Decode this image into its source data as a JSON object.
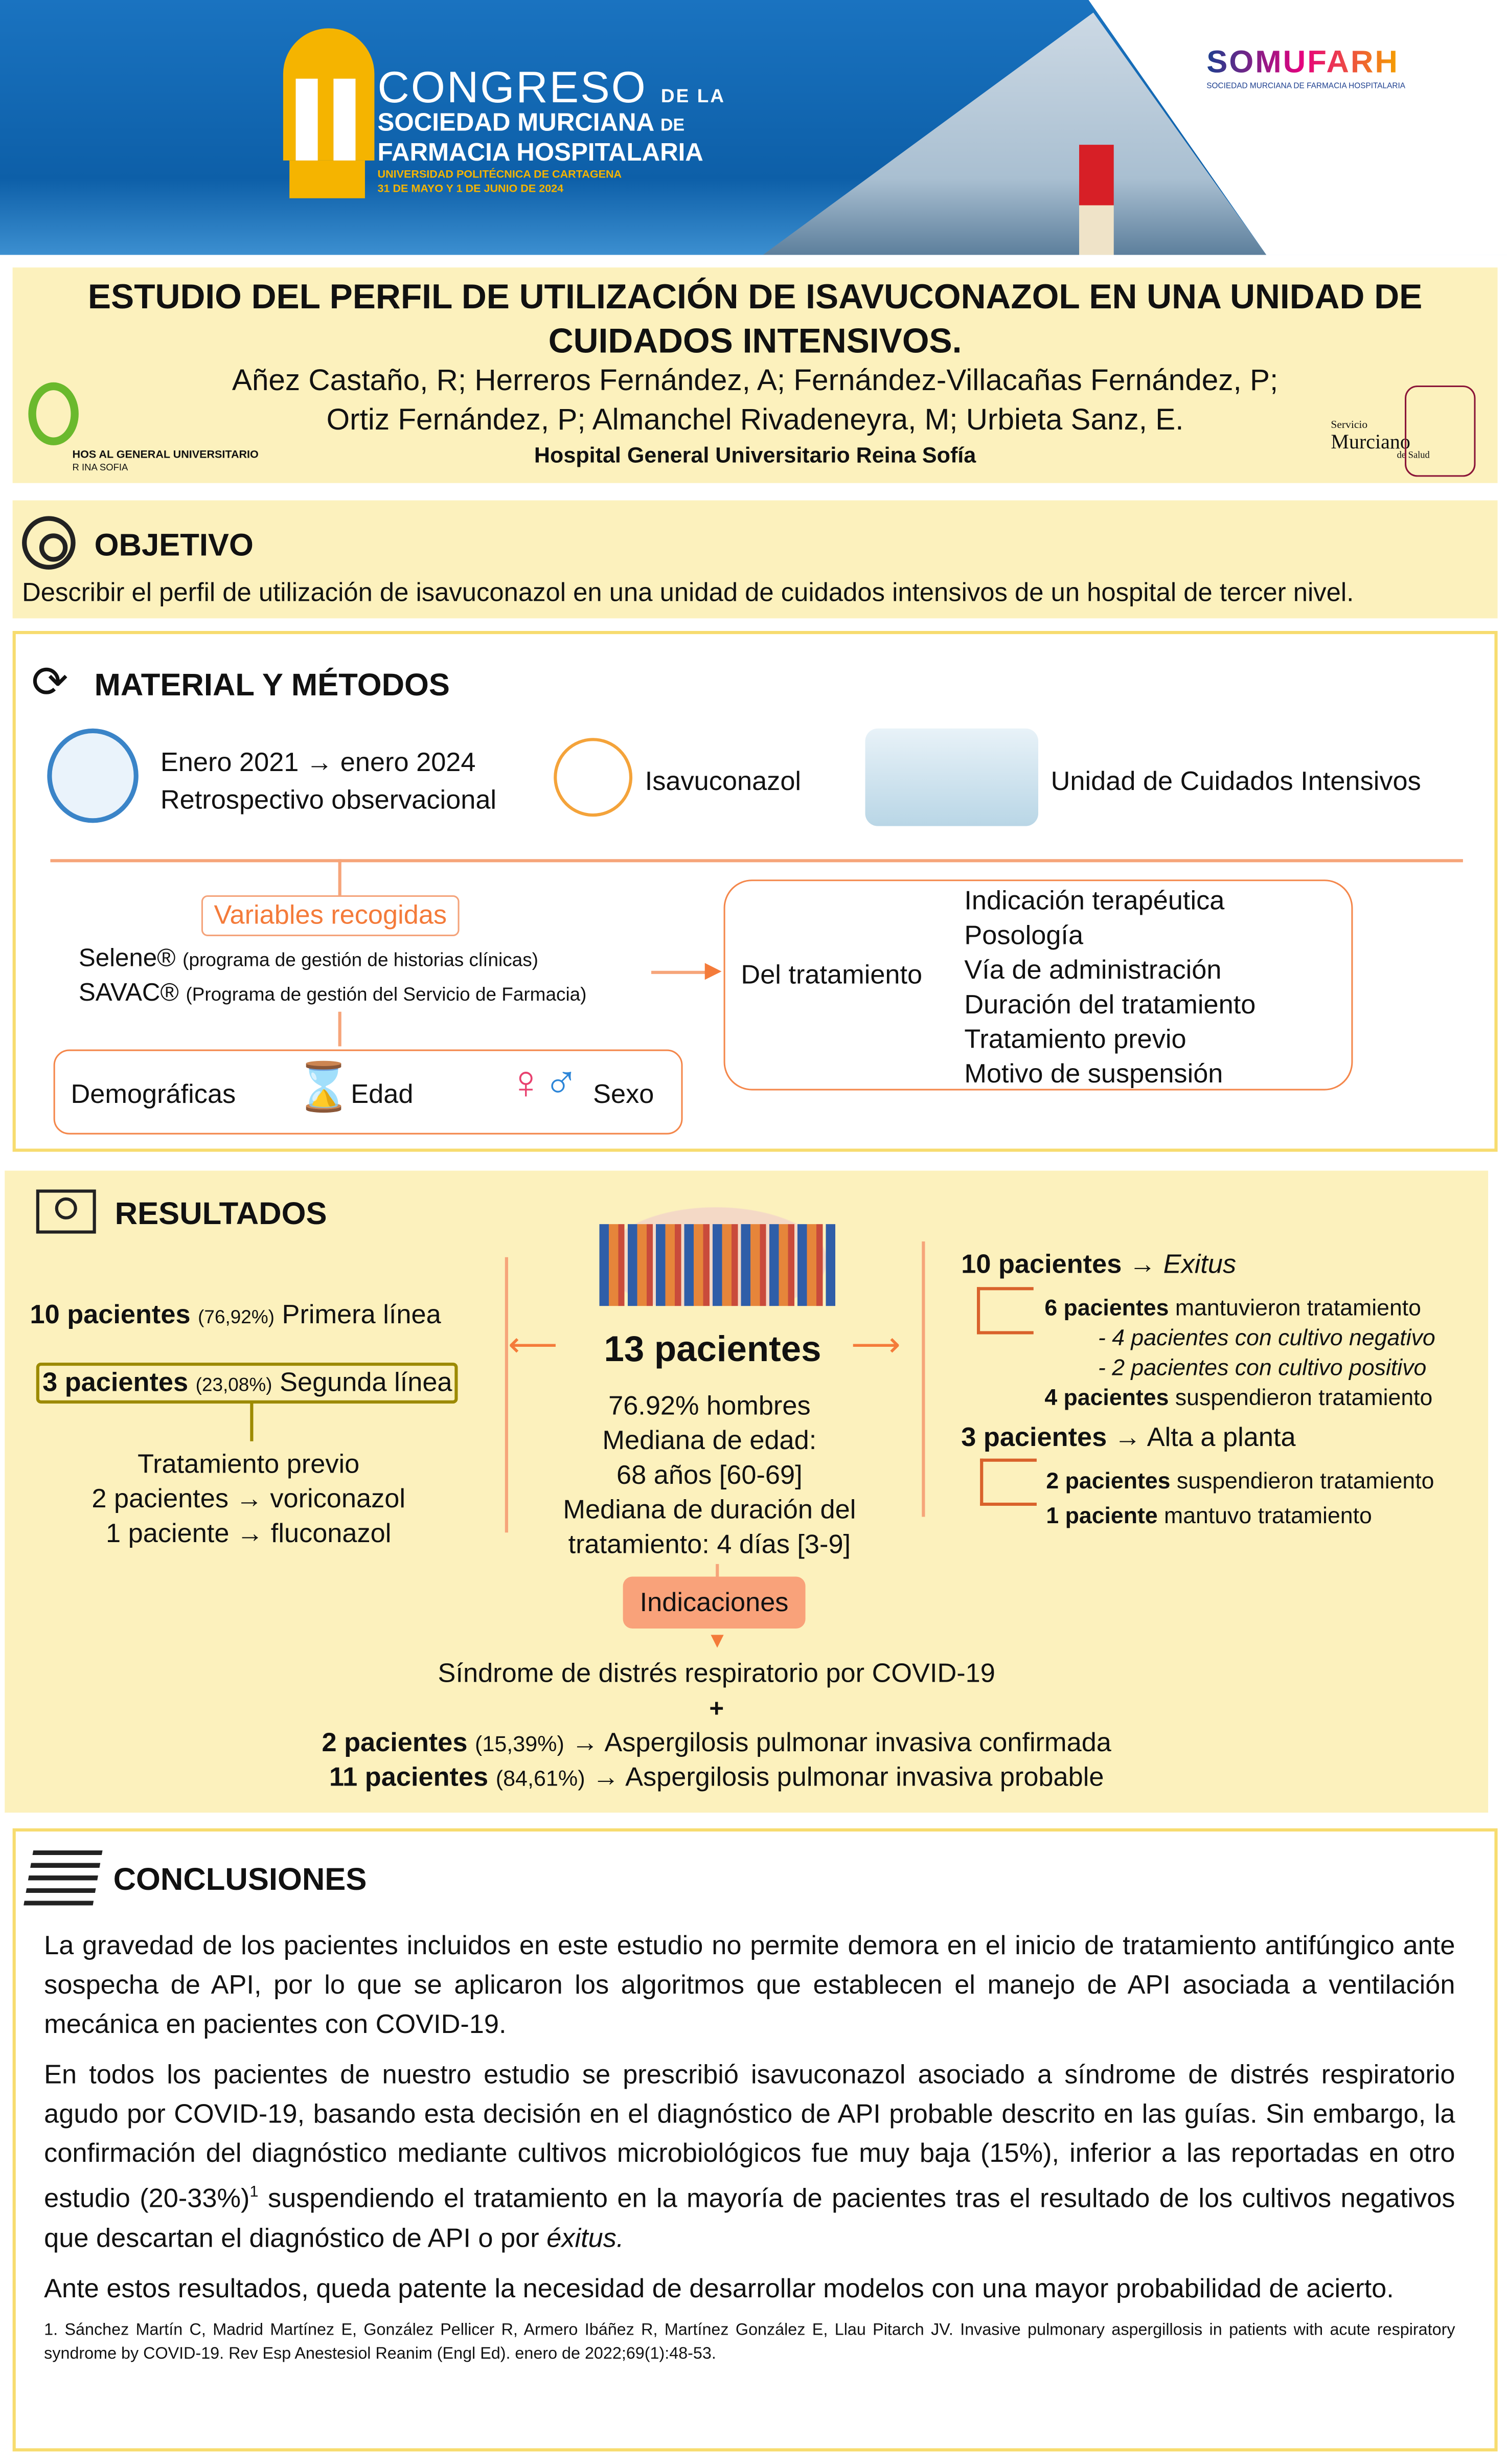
{
  "header": {
    "congress_word": "CONGRESO",
    "de_la": "DE LA",
    "society1": "SOCIEDAD MURCIANA",
    "de": "DE",
    "society2": "FARMACIA HOSPITALARIA",
    "university": "UNIVERSIDAD POLITÉCNICA DE CARTAGENA",
    "dates": "31 DE MAYO Y 1 DE JUNIO DE 2024",
    "somufarh": "SOMUFARH",
    "somufarh_sub": "SOCIEDAD MURCIANA DE FARMACIA HOSPITALARIA"
  },
  "title": {
    "text": "ESTUDIO DEL PERFIL DE UTILIZACIÓN DE ISAVUCONAZOL EN UNA UNIDAD DE CUIDADOS INTENSIVOS.",
    "authors1": "Añez Castaño, R; Herreros Fernández, A; Fernández-Villacañas Fernández, P;",
    "authors2": "Ortiz Fernández, P; Almanchel Rivadeneyra, M; Urbieta Sanz, E.",
    "institution": "Hospital General Universitario Reina Sofía",
    "logo_left1": "HOS    AL GENERAL UNIVERSITARIO",
    "logo_left2": "R  INA SOFIA",
    "logo_right1": "Servicio",
    "logo_right2": "Murciano",
    "logo_right3": "de Salud"
  },
  "objetivo": {
    "heading": "OBJETIVO",
    "text": "Describir el perfil de utilización de isavuconazol en una unidad de cuidados intensivos de un hospital de tercer nivel."
  },
  "metodos": {
    "heading": "MATERIAL Y MÉTODOS",
    "period": "Enero 2021 → enero 2024",
    "design": "Retrospectivo observacional",
    "drug": "Isavuconazol",
    "unit": "Unidad de Cuidados Intensivos",
    "variables": "Variables recogidas",
    "selene": "Selene®",
    "selene_desc": "(programa de gestión de historias clínicas)",
    "savac": "SAVAC®",
    "savac_desc": "(Programa de gestión del Servicio de Farmacia)",
    "demograficas": "Demográficas",
    "edad": "Edad",
    "sexo": "Sexo",
    "del_tratamiento": "Del tratamiento",
    "treatment_vars": [
      "Indicación terapéutica",
      "Posología",
      "Vía de administración",
      "Duración del tratamiento",
      "Tratamiento previo",
      "Motivo de suspensión"
    ]
  },
  "resultados": {
    "heading": "RESULTADOS",
    "primera": {
      "n": "10 pacientes",
      "pct": "(76,92%)",
      "label": "Primera línea"
    },
    "segunda": {
      "n": "3 pacientes",
      "pct": "(23,08%)",
      "label": "Segunda línea"
    },
    "previo": [
      "Tratamiento previo",
      "2 pacientes → voriconazol",
      "1 paciente → fluconazol"
    ],
    "total": "13 pacientes",
    "stats": [
      "76.92% hombres",
      "Mediana de edad:",
      "68 años [60-69]",
      "Mediana de duración del",
      "tratamiento: 4 días [3-9]"
    ],
    "exitus": {
      "n": "10 pacientes",
      "label": "Exitus",
      "a_n": "6 pacientes",
      "a": "mantuvieron tratamiento",
      "neg": "- 4 pacientes con cultivo negativo",
      "pos": "- 2 pacientes con cultivo positivo",
      "b_n": "4 pacientes",
      "b": "suspendieron tratamiento"
    },
    "alta": {
      "n": "3 pacientes",
      "label": "Alta a planta",
      "a_n": "2 pacientes",
      "a": "suspendieron tratamiento",
      "b_n": "1 paciente",
      "b": "mantuvo tratamiento"
    },
    "indicaciones": "Indicaciones",
    "sdra": "Síndrome de distrés respiratorio por COVID-19",
    "plus": "+",
    "confirmada": {
      "n": "2 pacientes",
      "pct": "(15,39%)",
      "label": "→ Aspergilosis pulmonar invasiva confirmada"
    },
    "probable": {
      "n": "11 pacientes",
      "pct": "(84,61%)",
      "label": "→ Aspergilosis pulmonar invasiva probable"
    }
  },
  "conclusiones": {
    "heading": "CONCLUSIONES",
    "p1": "La gravedad de los pacientes incluidos en este estudio no permite demora en el inicio de tratamiento antifúngico ante sospecha de API, por lo que se aplicaron los algoritmos que establecen el manejo de API asociada a ventilación mecánica en pacientes con COVID-19.",
    "p2a": "En todos los pacientes de nuestro estudio se prescribió isavuconazol asociado a síndrome de distrés respiratorio agudo por COVID-19, basando esta decisión en el diagnóstico de API probable descrito en las guías. Sin embargo, la confirmación del diagnóstico mediante cultivos microbiológicos fue muy baja (15%), inferior a las reportadas en otro estudio (20-33%)",
    "p2sup": "1",
    "p2b": " suspendiendo el tratamiento en la mayoría de pacientes tras el resultado de los cultivos negativos que descartan el diagnóstico de API o por ",
    "p2c": "éxitus.",
    "p3": "Ante estos resultados, queda patente la necesidad de desarrollar modelos con una mayor probabilidad de acierto.",
    "ref": "1. Sánchez Martín C, Madrid Martínez E, González Pellicer R, Armero Ibáñez R, Martínez González E, Llau Pitarch JV. Invasive pulmonary aspergillosis in patients with acute respiratory syndrome by COVID-19. Rev Esp Anestesiol Reanim (Engl Ed). enero de 2022;69(1):48-53."
  },
  "colors": {
    "accent": "#f4874b",
    "yellow_bg": "#fcf1bd",
    "border": "#f7dc6f",
    "olive": "#9c8a00"
  }
}
